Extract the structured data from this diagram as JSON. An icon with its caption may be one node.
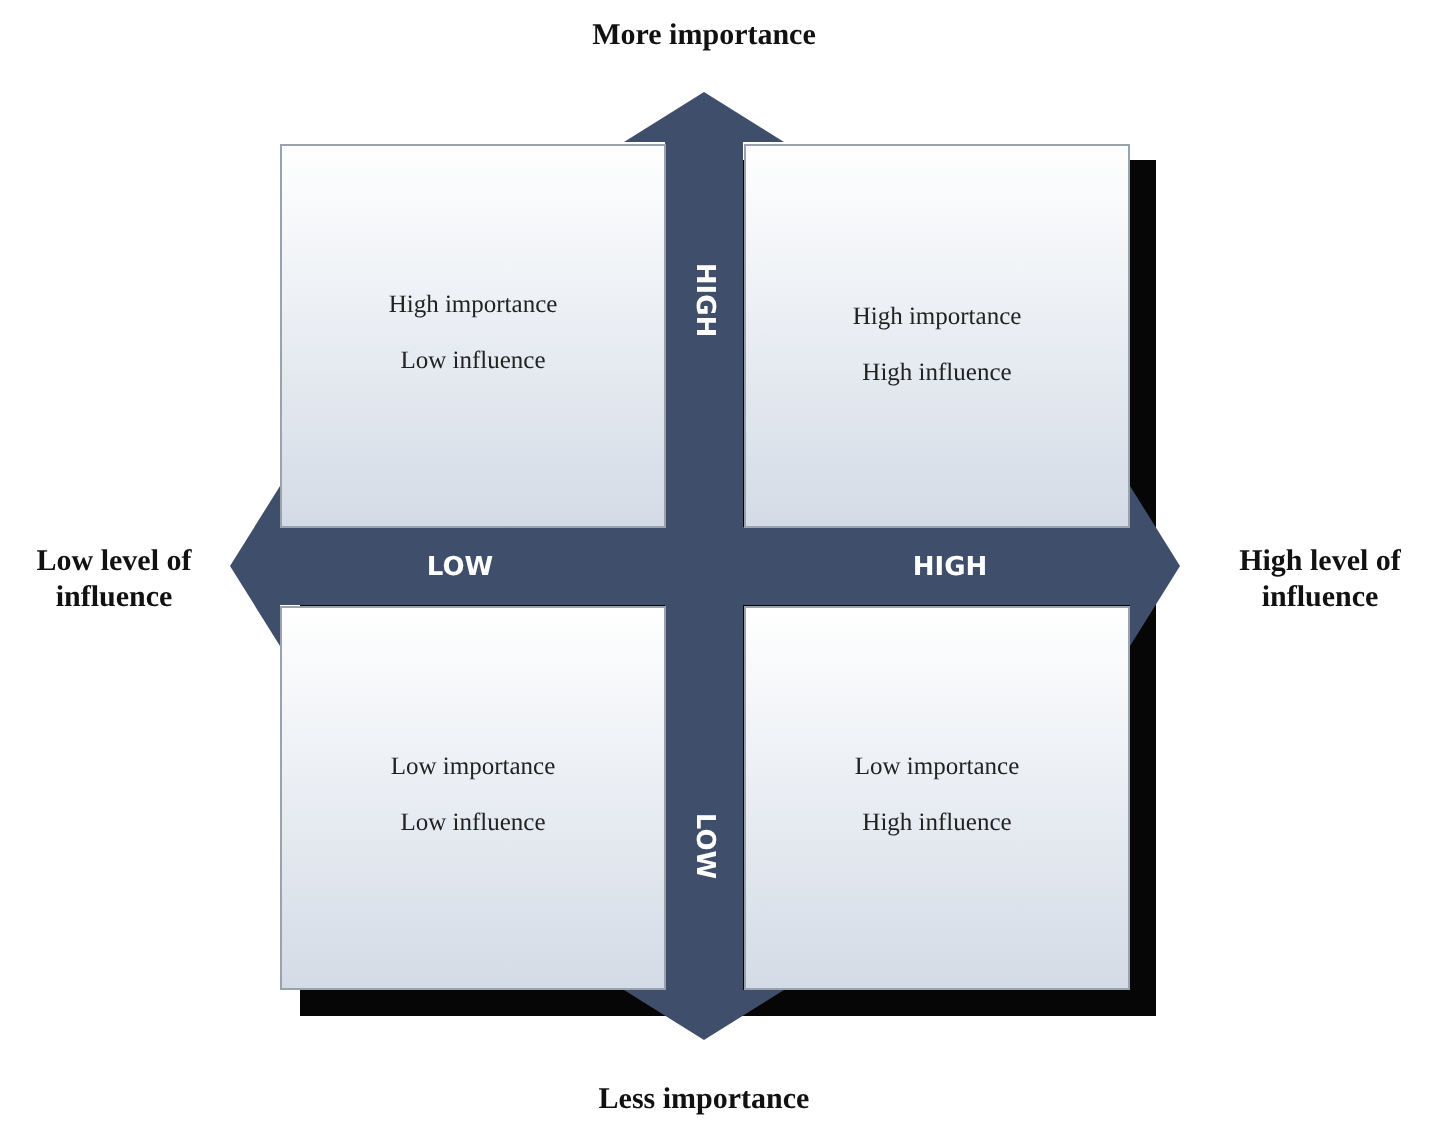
{
  "diagram": {
    "nodes": [
      {
        "text": [
          "High importance",
          "Low influence"
        ]
      },
      {
        "text": [
          "High importance",
          "High influence"
        ]
      },
      {
        "text": [
          "Low importance",
          "Low influence"
        ]
      },
      {
        "text": [
          "Low importance",
          "High influence"
        ]
      },
      {
        "text": [
          "More importance"
        ]
      },
      {
        "text": [
          "Low level of influence"
        ]
      },
      {
        "text": [
          "High level of influence"
        ]
      },
      {
        "text": [
          "Less importance"
        ]
      }
    ],
    "edges": [
      {
        "from": 4,
        "to": 7,
        "arrow": "both"
      },
      {
        "from": 5,
        "to": 6,
        "arrow": "both"
      }
    ],
    "labels": [
      "HIGH",
      "LOW",
      "HIGH",
      "LOW"
    ]
  }
}
